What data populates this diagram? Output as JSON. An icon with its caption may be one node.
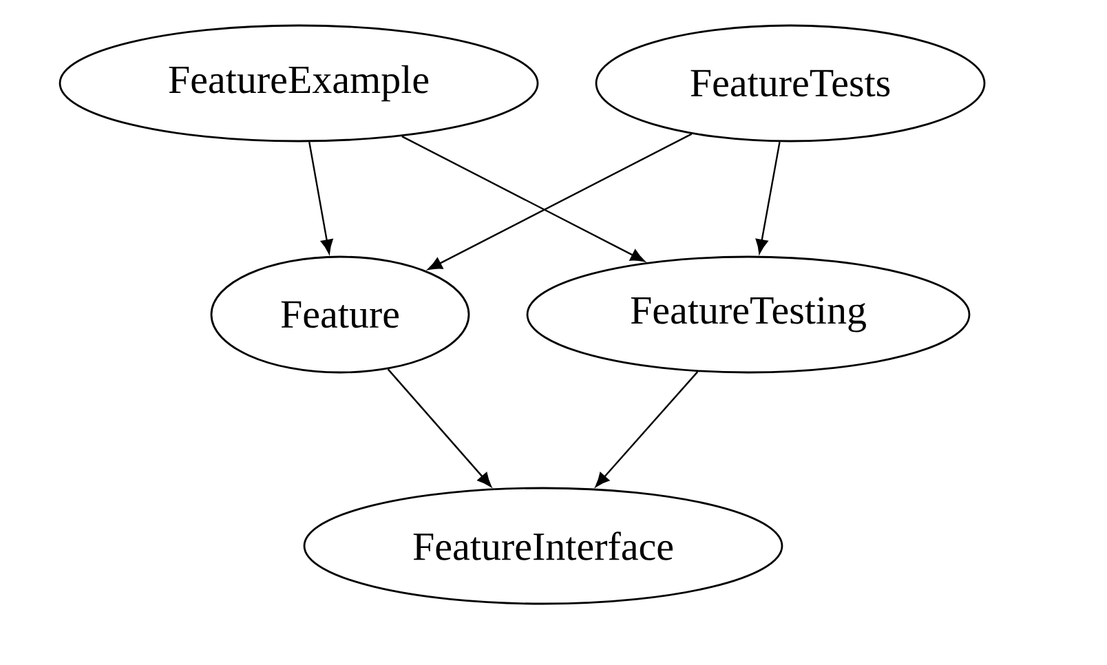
{
  "diagram": {
    "nodes": [
      {
        "text": [
          "FeatureExample"
        ]
      },
      {
        "text": [
          "FeatureTests"
        ]
      },
      {
        "text": [
          "Feature"
        ]
      },
      {
        "text": [
          "FeatureTesting"
        ]
      },
      {
        "text": [
          "FeatureInterface"
        ]
      }
    ],
    "edges": [
      {
        "from": 0,
        "to": 2,
        "arrow": "to"
      },
      {
        "from": 0,
        "to": 3,
        "arrow": "to"
      },
      {
        "from": 1,
        "to": 2,
        "arrow": "to"
      },
      {
        "from": 1,
        "to": 3,
        "arrow": "to"
      },
      {
        "from": 2,
        "to": 4,
        "arrow": "to"
      },
      {
        "from": 3,
        "to": 4,
        "arrow": "to"
      }
    ]
  }
}
